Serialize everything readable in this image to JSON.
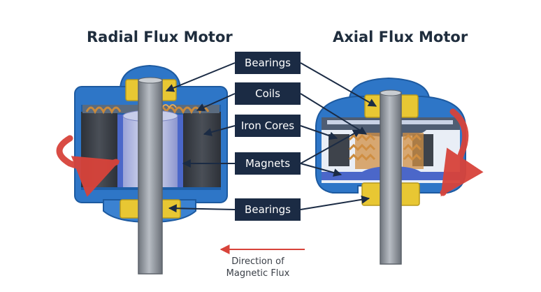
{
  "titles": {
    "radial": "Radial Flux Motor",
    "axial": "Axial Flux Motor"
  },
  "labels": {
    "bearings_top": "Bearings",
    "coils": "Coils",
    "iron_cores": "Iron Cores",
    "magnets": "Magnets",
    "bearings_bottom": "Bearings"
  },
  "legend": {
    "line1": "Direction of",
    "line2": "Magnetic Flux"
  },
  "colors": {
    "housing_blue": "#2e76c7",
    "housing_light": "#5b9be0",
    "bearing_yellow": "#e8c733",
    "shaft_gray": "#8a9099",
    "iron_dark": "#3e434b",
    "coil_copper": "#c98a3c",
    "magnet_blue": "#4b67c9",
    "flux_red": "#d8433a",
    "label_navy": "#1b2b44"
  }
}
